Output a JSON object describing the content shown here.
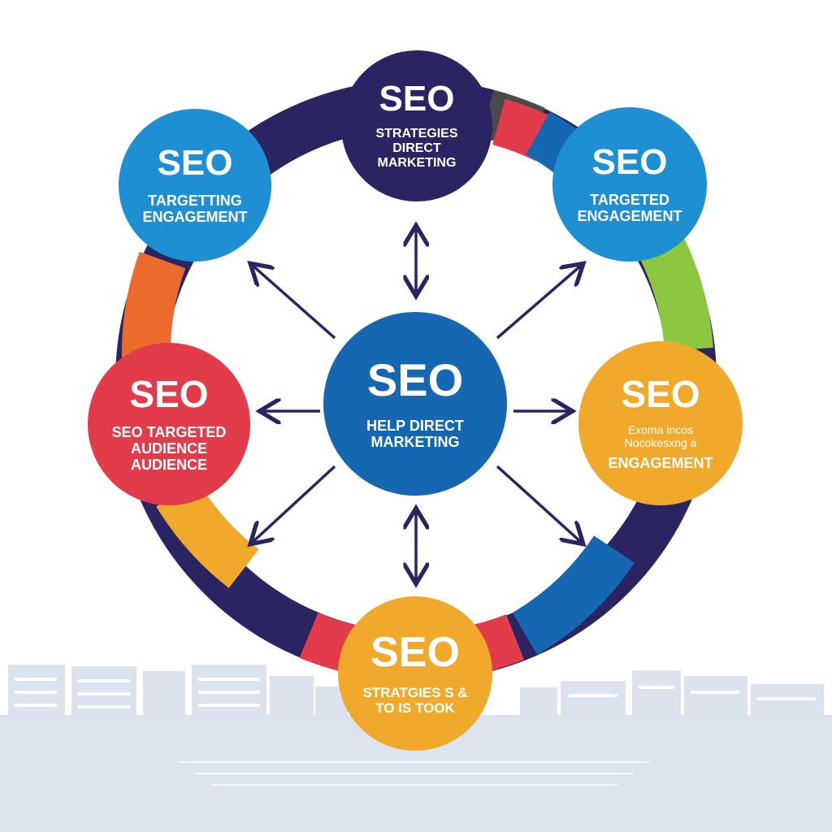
{
  "colors": {
    "navy": "#2b2463",
    "blue": "#1f8fd4",
    "royal": "#1467b0",
    "red": "#e23c4a",
    "gold": "#f0a92a",
    "orange": "#ec6a2c",
    "green": "#8dc63f",
    "charcoal": "#4a4a4a",
    "skyline": "#d5dfec"
  },
  "center": {
    "title": "SEO",
    "lines": [
      "HELP DIRECT",
      "MARKETING"
    ]
  },
  "nodes": {
    "top": {
      "title": "SEO",
      "lines": [
        "STRATEGIES",
        "DIRECT",
        "MARKETING"
      ]
    },
    "top_left": {
      "title": "SEO",
      "lines": [
        "TARGETTING",
        "ENGAGEMENT"
      ]
    },
    "top_right": {
      "title": "SEO",
      "lines": [
        "TARGETED",
        "ENGAGEMENT"
      ]
    },
    "left": {
      "title": "SEO",
      "lines": [
        "SEO TARGETED",
        "AUDIENCE",
        "AUDIENCE"
      ]
    },
    "right": {
      "title": "SEO",
      "lines": [
        "Exoma incos",
        "Nocokesxng a",
        "ENGAGEMENT"
      ]
    },
    "bottom": {
      "title": "SEO",
      "lines": [
        "STRATGIES S &",
        "TO IS TOOK"
      ]
    }
  }
}
